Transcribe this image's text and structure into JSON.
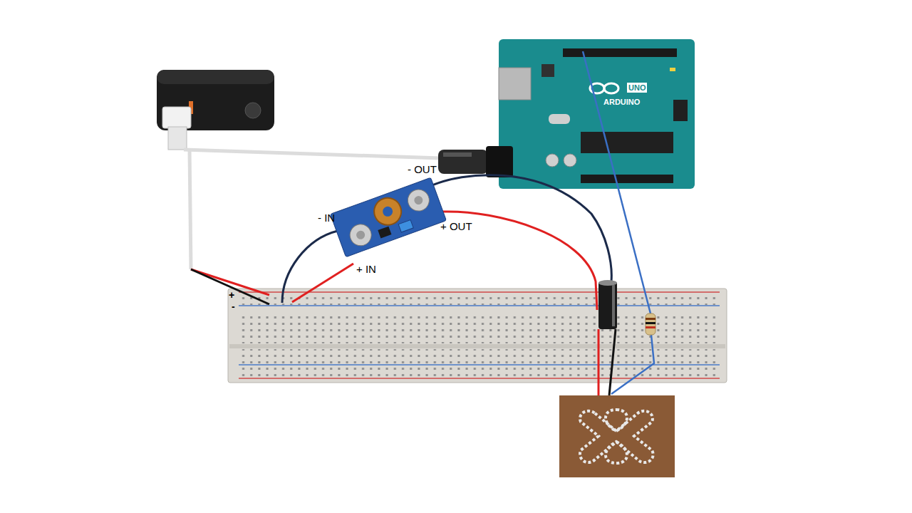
{
  "diagram": {
    "labels": [
      "- OUT",
      "+ OUT",
      "- IN",
      "+ IN",
      "+",
      "-",
      "ARDUINO",
      "UNO"
    ]
  }
}
